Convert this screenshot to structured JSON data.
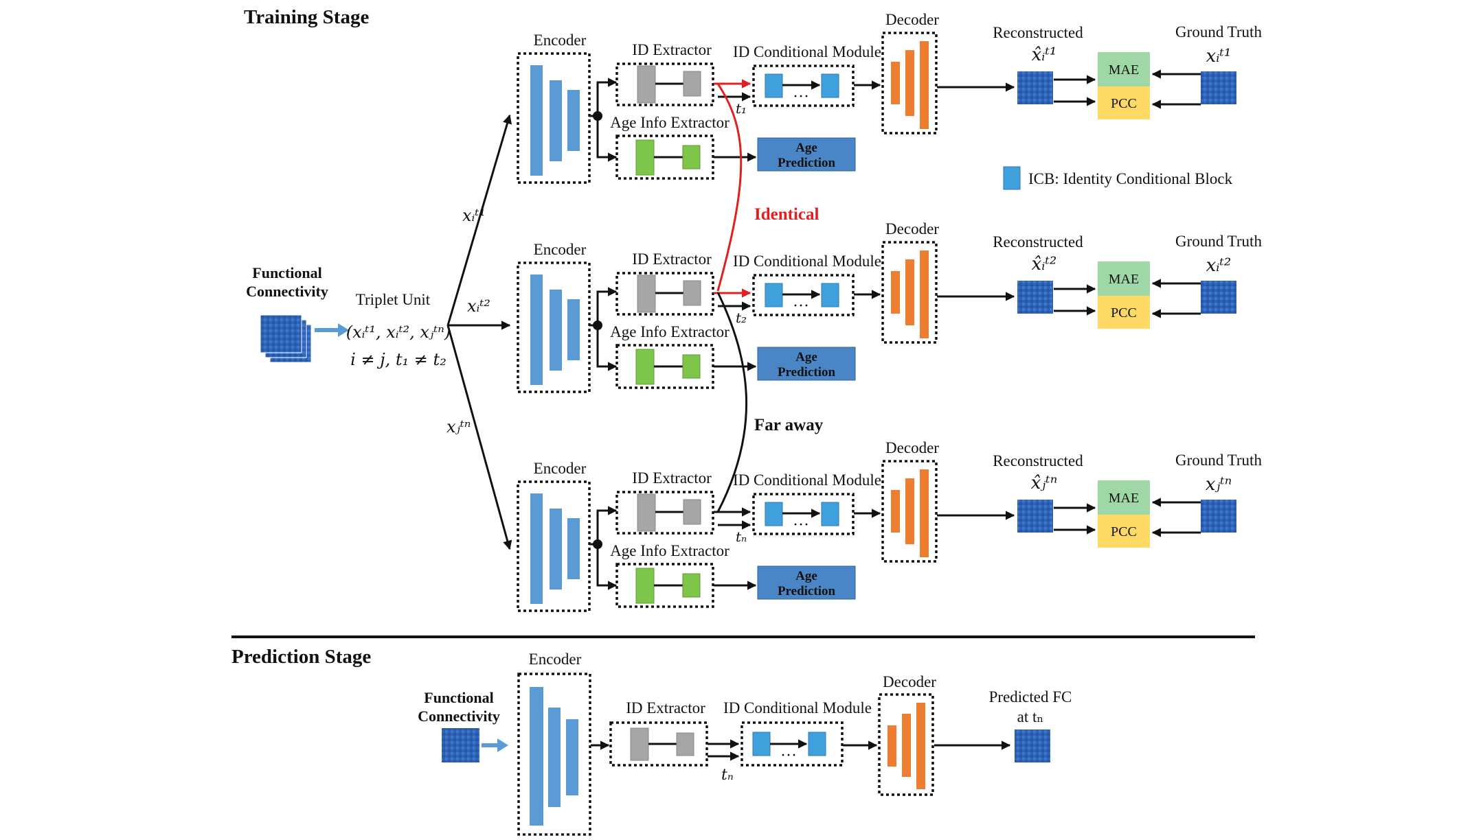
{
  "training": {
    "title": "Training Stage",
    "input": {
      "label_line1": "Functional",
      "label_line2": "Connectivity"
    },
    "triplet": {
      "label": "Triplet Unit",
      "formula": "(xᵢᵗ¹, xᵢᵗ², xⱼᵗⁿ)",
      "condition": "i ≠ j, t₁ ≠ t₂"
    },
    "branch_inputs": [
      "xᵢᵗ¹",
      "xᵢᵗ²",
      "xⱼᵗⁿ"
    ],
    "rows": [
      {
        "encoder": "Encoder",
        "id_extractor": "ID Extractor",
        "age_extractor": "Age Info Extractor",
        "age_prediction_line1": "Age",
        "age_prediction_line2": "Prediction",
        "icm": "ID Conditional Module",
        "time": "t₁",
        "decoder": "Decoder",
        "reconstructed": "Reconstructed",
        "reconstructed_symbol": "x̂ᵢᵗ¹",
        "mae": "MAE",
        "pcc": "PCC",
        "ground_truth": "Ground Truth",
        "ground_truth_symbol": "xᵢᵗ¹"
      },
      {
        "encoder": "Encoder",
        "id_extractor": "ID Extractor",
        "age_extractor": "Age Info Extractor",
        "age_prediction_line1": "Age",
        "age_prediction_line2": "Prediction",
        "icm": "ID Conditional Module",
        "time": "t₂",
        "decoder": "Decoder",
        "reconstructed": "Reconstructed",
        "reconstructed_symbol": "x̂ᵢᵗ²",
        "mae": "MAE",
        "pcc": "PCC",
        "ground_truth": "Ground Truth",
        "ground_truth_symbol": "xᵢᵗ²"
      },
      {
        "encoder": "Encoder",
        "id_extractor": "ID Extractor",
        "age_extractor": "Age Info Extractor",
        "age_prediction_line1": "Age",
        "age_prediction_line2": "Prediction",
        "icm": "ID Conditional Module",
        "time": "tₙ",
        "decoder": "Decoder",
        "reconstructed": "Reconstructed",
        "reconstructed_symbol": "x̂ⱼᵗⁿ",
        "mae": "MAE",
        "pcc": "PCC",
        "ground_truth": "Ground Truth",
        "ground_truth_symbol": "xⱼᵗⁿ"
      }
    ],
    "identical_label": "Identical",
    "far_away_label": "Far away",
    "legend": "ICB: Identity Conditional Block"
  },
  "prediction": {
    "title": "Prediction Stage",
    "input_line1": "Functional",
    "input_line2": "Connectivity",
    "encoder": "Encoder",
    "id_extractor": "ID Extractor",
    "icm": "ID Conditional Module",
    "time": "tₙ",
    "decoder": "Decoder",
    "output_line1": "Predicted FC",
    "output_line2": "at tₙ"
  },
  "colors": {
    "encoder": "#5b9bd5",
    "id_extractor": "#a6a6a6",
    "age_extractor": "#7dc64a",
    "icb": "#3fa0dc",
    "decoder": "#ed7d31",
    "age_prediction": "#4a86c5",
    "mae": "#9fd8a6",
    "pcc": "#ffd966",
    "fc_matrix": "#2e63b8",
    "identical": "#e02020"
  }
}
